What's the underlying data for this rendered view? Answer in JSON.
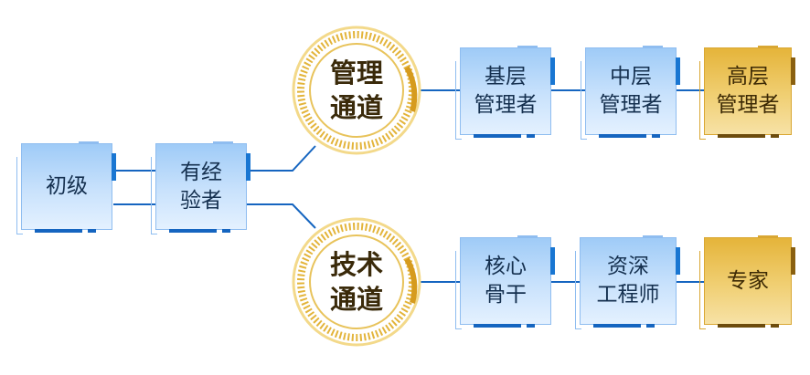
{
  "colors": {
    "line": "#1565c0",
    "blue": "#9fcbf7",
    "gold": "#e5b43a",
    "ring": "#e3b43a"
  },
  "nodes": {
    "entry": "初级",
    "experienced": "有经\n验者",
    "management_channel": "管理\n通道",
    "technical_channel": "技术\n通道",
    "mgmt_junior": "基层\n管理者",
    "mgmt_mid": "中层\n管理者",
    "mgmt_senior": "高层\n管理者",
    "tech_core": "核心\n骨干",
    "tech_senior": "资深\n工程师",
    "tech_expert": "专家"
  }
}
